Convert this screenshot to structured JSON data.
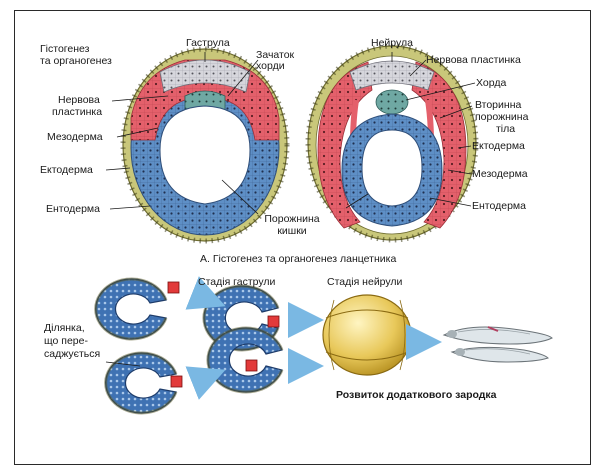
{
  "top": {
    "histogenesis": [
      "Гістогенез",
      "та органогенез"
    ],
    "gastrula": "Гаструла",
    "neurula": "Нейрула",
    "chord_rudiment": [
      "Зачаток",
      "хорди"
    ],
    "neural_plate_left": [
      "Нервова",
      "пластинка"
    ],
    "mesoderm_left": "Мезодерма",
    "ectoderm_left": "Ектодерма",
    "endoderm_left": "Ентодерма",
    "gut_cavity": [
      "Порожнина",
      "кишки"
    ],
    "neural_plate_right": "Нервова пластинка",
    "chord": "Хорда",
    "secondary_cavity": [
      "Вторинна",
      "порожнина",
      "тіла"
    ],
    "ectoderm_right": "Ектодерма",
    "mesoderm_right": "Мезодерма",
    "endoderm_right": "Ентодерма"
  },
  "caption": "А. Гістогенез та органогенез ланцетника",
  "bottom": {
    "gastrula_stage": "Стадія гаструли",
    "neurula_stage": "Стадія нейрули",
    "graft_site": [
      "Ділянка,",
      "що пере-",
      "саджується"
    ],
    "extra_embryo": "Розвиток додаткового  зародка"
  },
  "colors": {
    "ectoderm": "#c9c77a",
    "mesoderm": "#e4606b",
    "endoderm": "#5e8fc6",
    "neural": "#cfcfd6",
    "chord": "#6fa8a3",
    "arrow": "#7ab8e3",
    "embryo": "#e8c85a",
    "graft": "#e23a3a"
  }
}
